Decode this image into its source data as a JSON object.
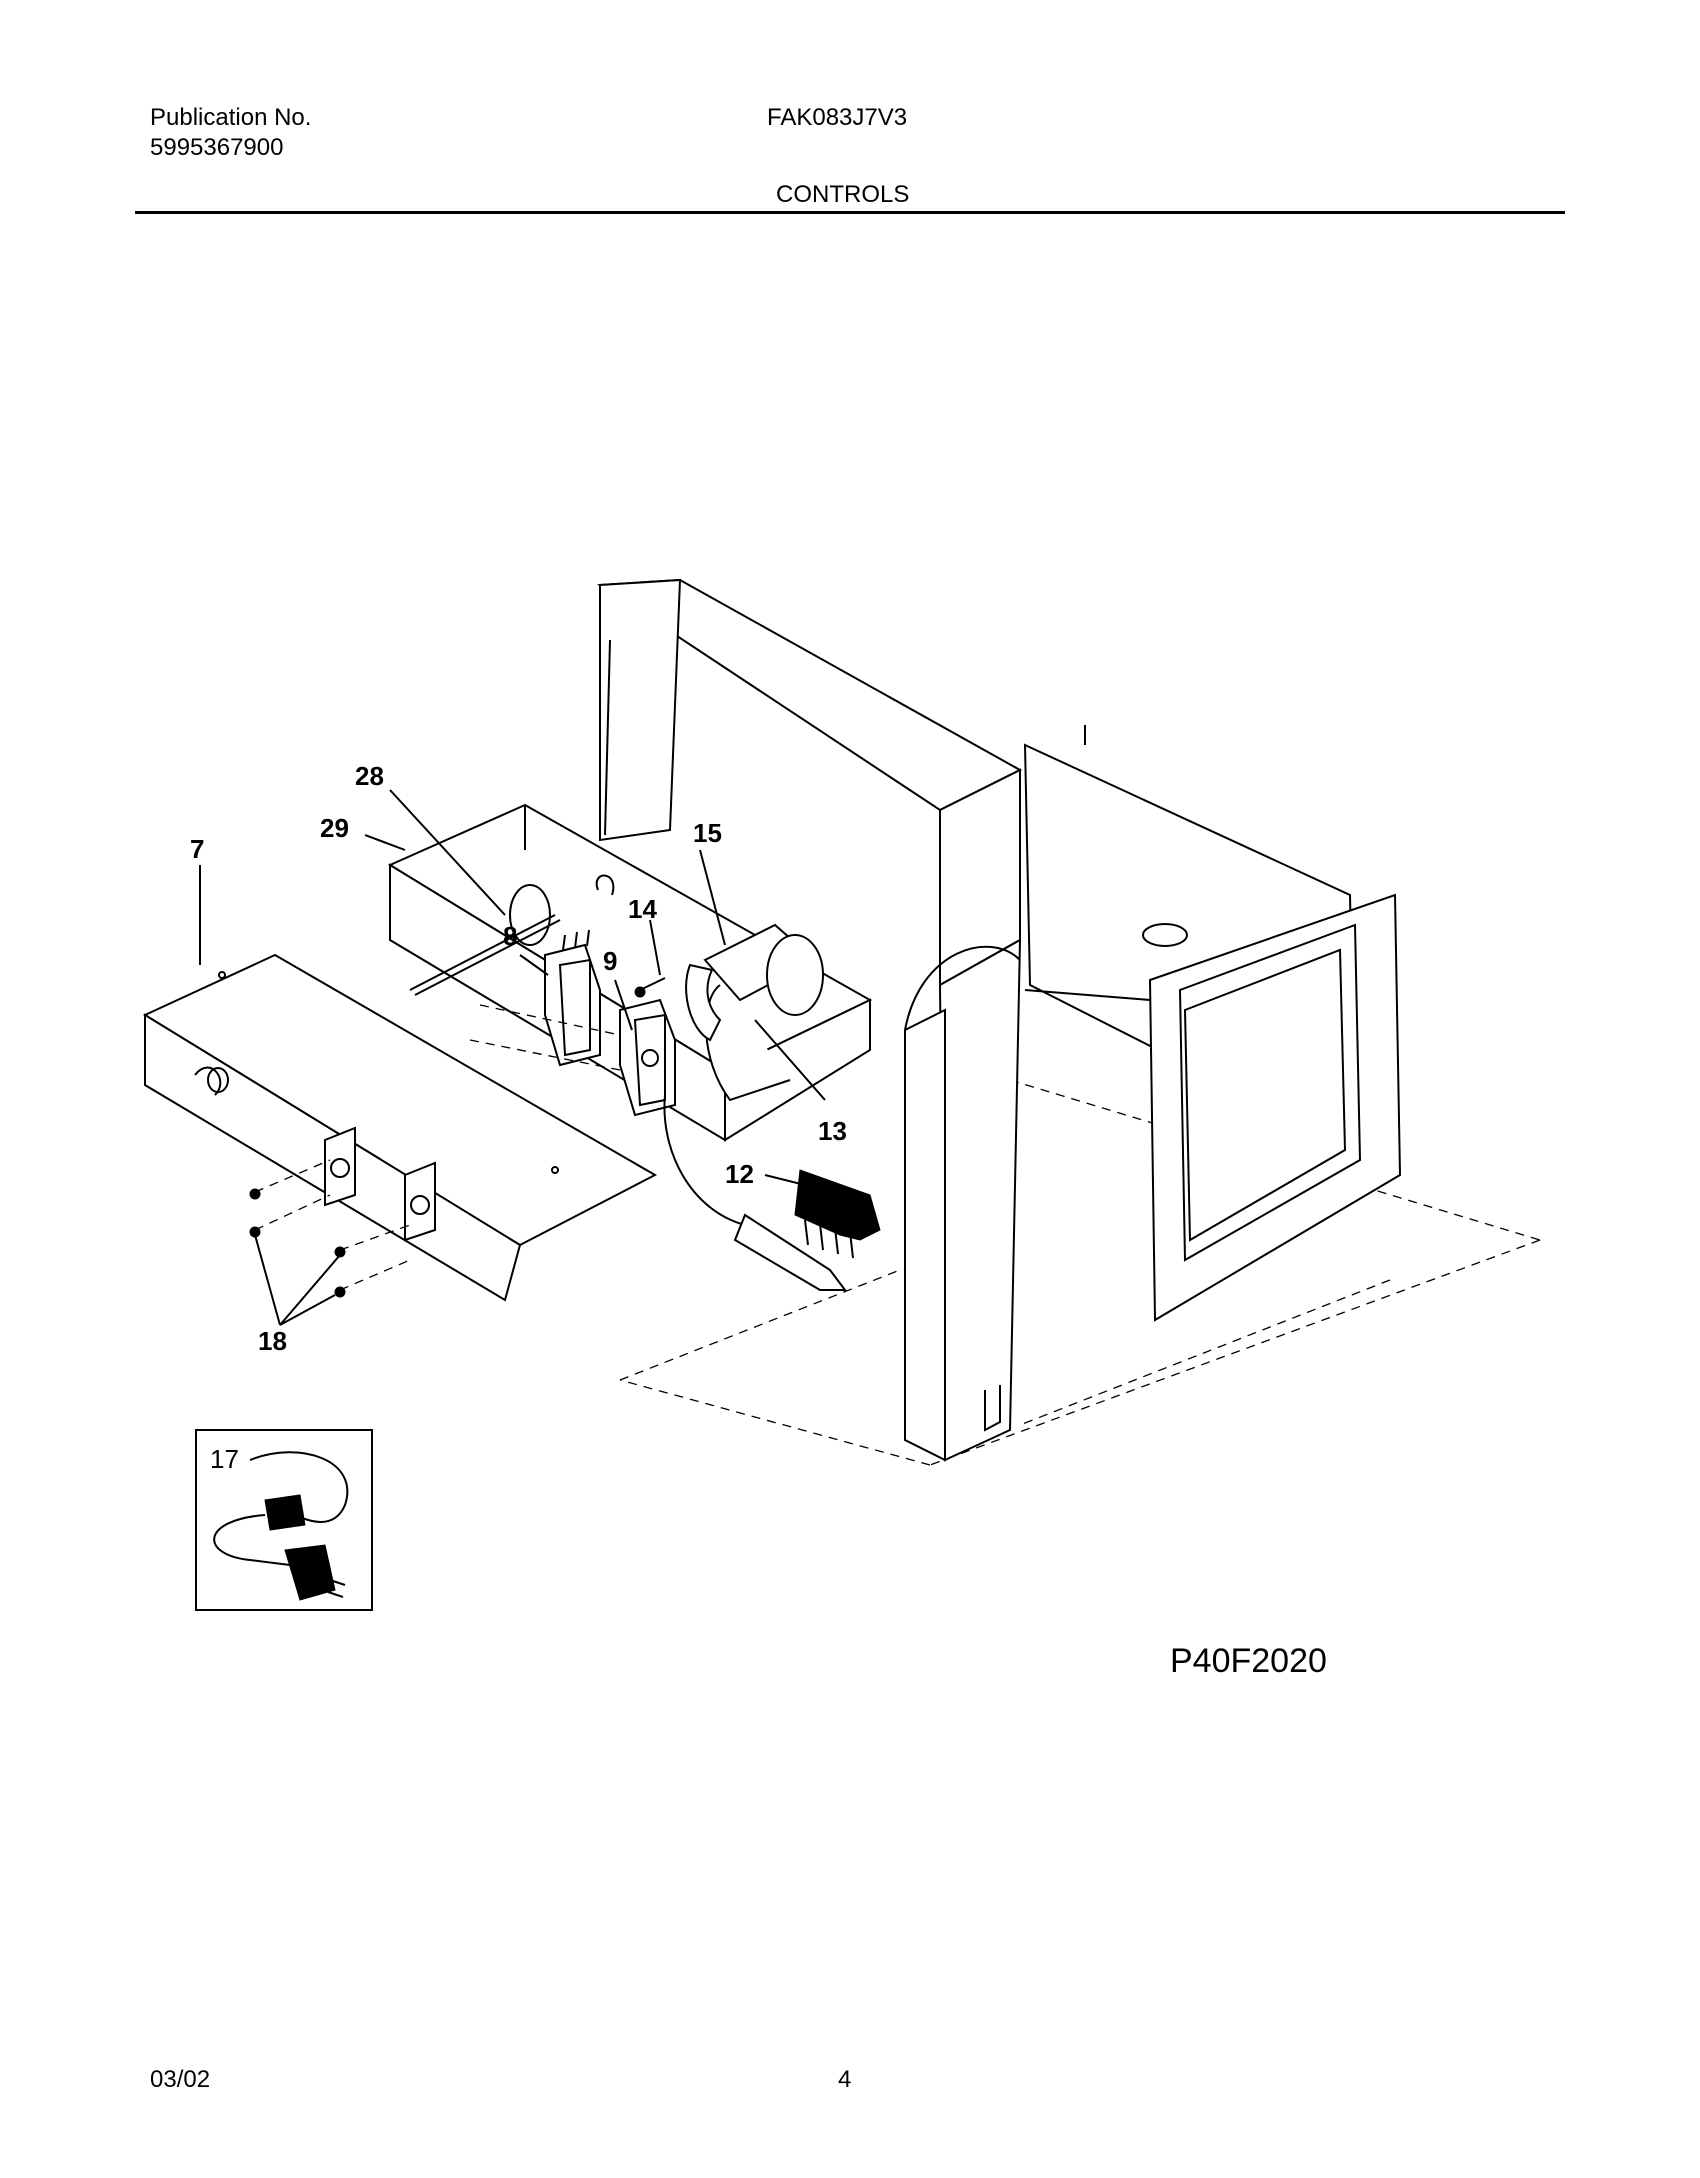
{
  "header": {
    "publication_label": "Publication No.",
    "publication_number": "5995367900",
    "model": "FAK083J7V3",
    "section_title": "CONTROLS"
  },
  "callouts": {
    "c7": "7",
    "c8": "8",
    "c9": "9",
    "c12": "12",
    "c13": "13",
    "c14": "14",
    "c15": "15",
    "c17": "17",
    "c18": "18",
    "c28": "28",
    "c29": "29"
  },
  "figure_code": "P40F2020",
  "footer": {
    "date": "03/02",
    "page": "4"
  }
}
